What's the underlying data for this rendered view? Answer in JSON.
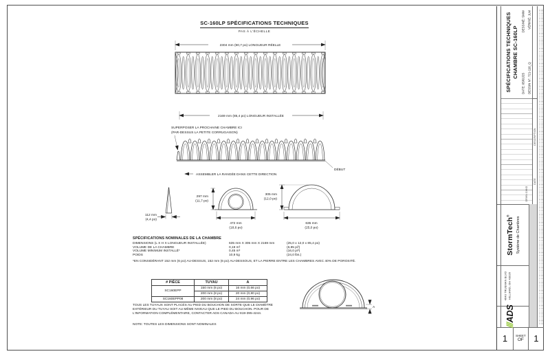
{
  "colors": {
    "accent_green": "#97c93d",
    "line": "#333333"
  },
  "header": {
    "title": "SC-160LP SPÉCIFICATIONS TECHNIQUES",
    "subtitle": "PAS À L'ÉCHELLE"
  },
  "top_view": {
    "length_dim": "2304 mm (90,7 po) LONGUEUR RÉELLE"
  },
  "side_view": {
    "length_dim": "2169 mm (85,4 po) LONGUEUR INSTALLÉE",
    "callout_line1": "SUPERPOSER LA PROCHAINE CHAMBRE ICI",
    "callout_line2": "(PAR-DESSUS LA PETITE CORRUGAISON)",
    "assemble_note": "ASSEMBLER LA RANGÉE DANS CETTE DIRECTION",
    "start_label": "DÉBUT"
  },
  "sections": {
    "end_width": [
      "112 mm",
      "(4,4 po)"
    ],
    "cap_height": [
      "297 mm",
      "(11,7 po)"
    ],
    "cap_width": [
      "472 mm",
      "(18,6 po)"
    ],
    "chamber_height": [
      "305 mm",
      "(12,0 po)"
    ],
    "chamber_width": [
      "635 mm",
      "(25,0 po)"
    ]
  },
  "specs": {
    "heading": "SPÉCIFICATIONS NOMINALES DE LA CHAMBRE",
    "rows": [
      [
        "DIMENSIONS (L X H X LONGUEUR INSTALLÉE)",
        "635 mm X 305 mm X 2169 mm",
        "(25,0 x 12,0 x 85,4 po)"
      ],
      [
        "VOLUME DE LA CHAMBRE",
        "0,19 m³",
        "(6,85 pi³)"
      ],
      [
        "VOLUME MINIMUM INSTALLÉ*",
        "0,45 m³",
        "(16,0 pi³)"
      ],
      [
        "POIDS",
        "10,9 kg",
        "(24,0 lbs.)"
      ]
    ],
    "footnote": "*EN CONSIDÉRANT 152 mm (6 po) AU-DESSUS, 152 mm (6 po) AU-DESSOUS, ET LA PIERRE ENTRE LES CHAMBRES AVEC 40% DE POROSITÉ."
  },
  "parts_table": {
    "headers": [
      "# PIÈCE",
      "TUYAU",
      "A"
    ],
    "rows": [
      [
        "SC160EPP",
        "150 mm (6 po)",
        "16 mm (0,66 po)"
      ],
      [
        "",
        "200 mm (8 po)",
        "20 mm (0,80 po)"
      ],
      [
        "SC160EPP08",
        "200 mm (8 po)",
        "24 mm (0,96 po)"
      ]
    ]
  },
  "notes": {
    "main": "TOUS LES TUYAUX SONT PLACÉS AU PIED DU BOUCHON DE SORTE QUE LE DIAMÈTRE EXTÉRIEUR DU TUYAU SOIT AU MÊME NIVEAU QUE LE PIED DU BOUCHON. POUR DE L'INFORMATION COMPLÉMENTAIRE, CONTACTER ADS CANADA AU 819-395-4244.",
    "nominal": "NOTE: TOUTES LES DIMENSIONS SONT NOMINALES"
  },
  "detail": {
    "a_label": "A"
  },
  "titleblock": {
    "title_line1": "SPÉCIFICATIONS TECHNIQUES",
    "title_line2": "CHAMBRE SC-160LP",
    "date_label": "DATE:",
    "date_value": "05/01/25",
    "drawn_label": "DESSINÉ:",
    "drawn_value": "SMW",
    "dwg_label": "DESSIN N°:",
    "dwg_value": "721-110_Q",
    "checked_label": "VÉRIFIÉ:",
    "checked_value": "JLM",
    "rev_headers": {
      "description": "DESCRIPTION",
      "date": "DATE",
      "drwn_chkd": "DRWN  CHKD"
    },
    "brand": "StormTech",
    "brand_reg": "®",
    "brand_sub": "Système de Chambres",
    "address_line1": "4640 TRUEMAN BLVD",
    "address_line2": "HILLIARD, OH 43026",
    "logo_slashes": "///",
    "logo_text": "ADS",
    "sheet_left": "1",
    "sheet_label": "SHEET",
    "sheet_of": "OF",
    "sheet_right": "1"
  }
}
